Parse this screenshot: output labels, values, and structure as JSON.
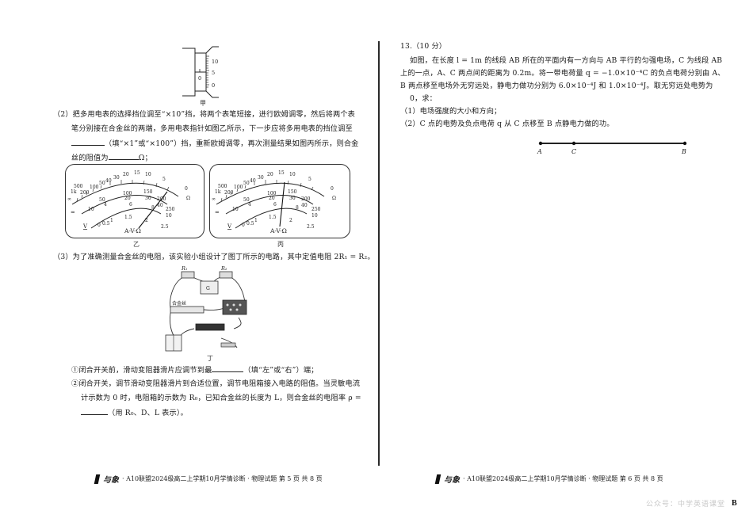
{
  "left_page": {
    "micrometer": {
      "caption": "甲",
      "scale_labels": [
        "10",
        "5",
        "0"
      ],
      "sleeve_label": "0"
    },
    "q2": {
      "line1": "（2）把多用电表的选择挡位调至“×10”挡，将两个表笔短接，进行欧姆调零，然后将两个表",
      "line2": "笔分别接在合金丝的两端，多用电表指针如图乙所示，下一步应将多用电表的挡位调至",
      "line3": "（填“×1”或“×100”）挡，重新欧姆调零，再次测量结果如图丙所示，则合金",
      "line4_prefix": "丝的阻值为",
      "line4_suffix": "Ω；"
    },
    "meters": [
      {
        "caption": "乙",
        "label": "A-V-Ω",
        "ohm_scale": [
          "∞",
          "1k",
          "500",
          "200",
          "100",
          "50",
          "40",
          "30",
          "20",
          "15",
          "10",
          "5",
          "0"
        ],
        "mid_scale": [
          "0",
          "50",
          "100",
          "150",
          "200",
          "250"
        ],
        "mid_scale2": [
          "0",
          "10",
          "20",
          "30",
          "40",
          "50"
        ],
        "low_scale": [
          "0",
          "0.5",
          "1",
          "1.5",
          "2",
          "2.5"
        ],
        "low_scale2": [
          "2",
          "4",
          "6",
          "8",
          "10"
        ],
        "symbol_ac": "≂",
        "symbol_dc": "V",
        "ohm_symbol": "Ω",
        "needle_angle": 38
      },
      {
        "caption": "丙",
        "label": "A-V-Ω",
        "ohm_scale": [
          "∞",
          "1k",
          "500",
          "200",
          "100",
          "50",
          "40",
          "30",
          "20",
          "15",
          "10",
          "5",
          "0"
        ],
        "mid_scale": [
          "0",
          "50",
          "100",
          "150",
          "200",
          "250"
        ],
        "mid_scale2": [
          "0",
          "10",
          "20",
          "30",
          "40",
          "50"
        ],
        "low_scale": [
          "0",
          "0.5",
          "1",
          "1.5",
          "2",
          "2.5"
        ],
        "low_scale2": [
          "2",
          "4",
          "6",
          "8",
          "10"
        ],
        "symbol_ac": "≂",
        "symbol_dc": "V",
        "ohm_symbol": "Ω",
        "needle_angle": 6
      }
    ],
    "q3": {
      "line1": "（3）为了准确测量合金丝的电阻，该实验小组设计了图丁所示的电路，其中定值电阻 2R₁ = R₂。",
      "circuit": {
        "caption": "丁",
        "r1_label": "R₁",
        "r2_label": "R₂",
        "wire_label": "合金丝",
        "galvanometer": "G"
      },
      "item1_prefix": "①闭合开关前，滑动变阻器滑片应调节到最",
      "item1_suffix": "（填“左”或“右”）端；",
      "item2_line1": "②闭合开关，调节滑动变阻器滑片到合适位置，调节电阻箱接入电路的阻值。当灵敏电流",
      "item2_line2": "计示数为 0 时，电阻箱的示数为 R₀，已知合金丝的长度为 L，则合金丝的电阻率 ρ =",
      "item2_line3": "（用 R₀、D、L 表示）。"
    },
    "footer": {
      "brand": "与象",
      "text": "· A10联盟2024级高二上学期10月学情诊断 · 物理试题  第 5 页   共 8 页"
    }
  },
  "right_page": {
    "q13": {
      "header": "13.（10 分）",
      "line1": "如图，在长度 l = 1m 的线段 AB 所在的平面内有一方向与 AB 平行的匀强电场，C 为线段 AB",
      "line2": "上的一点，A、C 两点间的距离为 0.2m。将一带电荷量 q = −1.0×10⁻⁴C 的负点电荷分别由 A、",
      "line3": "B 两点移至电场外无穷远处，静电力做功分别为 6.0×10⁻⁴J 和 1.0×10⁻⁴J。取无穷远处电势为",
      "line4": "0，求：",
      "sub1": "（1）电场强度的大小和方向；",
      "sub2": "（2）C 点的电势及负点电荷 q 从 C 点移至 B 点静电力做的功。",
      "diagram": {
        "labels": [
          "A",
          "C",
          "B"
        ]
      }
    },
    "footer": {
      "brand": "与象",
      "text": "· A10联盟2024级高二上学期10月学情诊断 · 物理试题  第 6 页   共 8 页"
    },
    "watermark": {
      "text": "公众号：中学英语课堂",
      "badge": "B"
    }
  }
}
